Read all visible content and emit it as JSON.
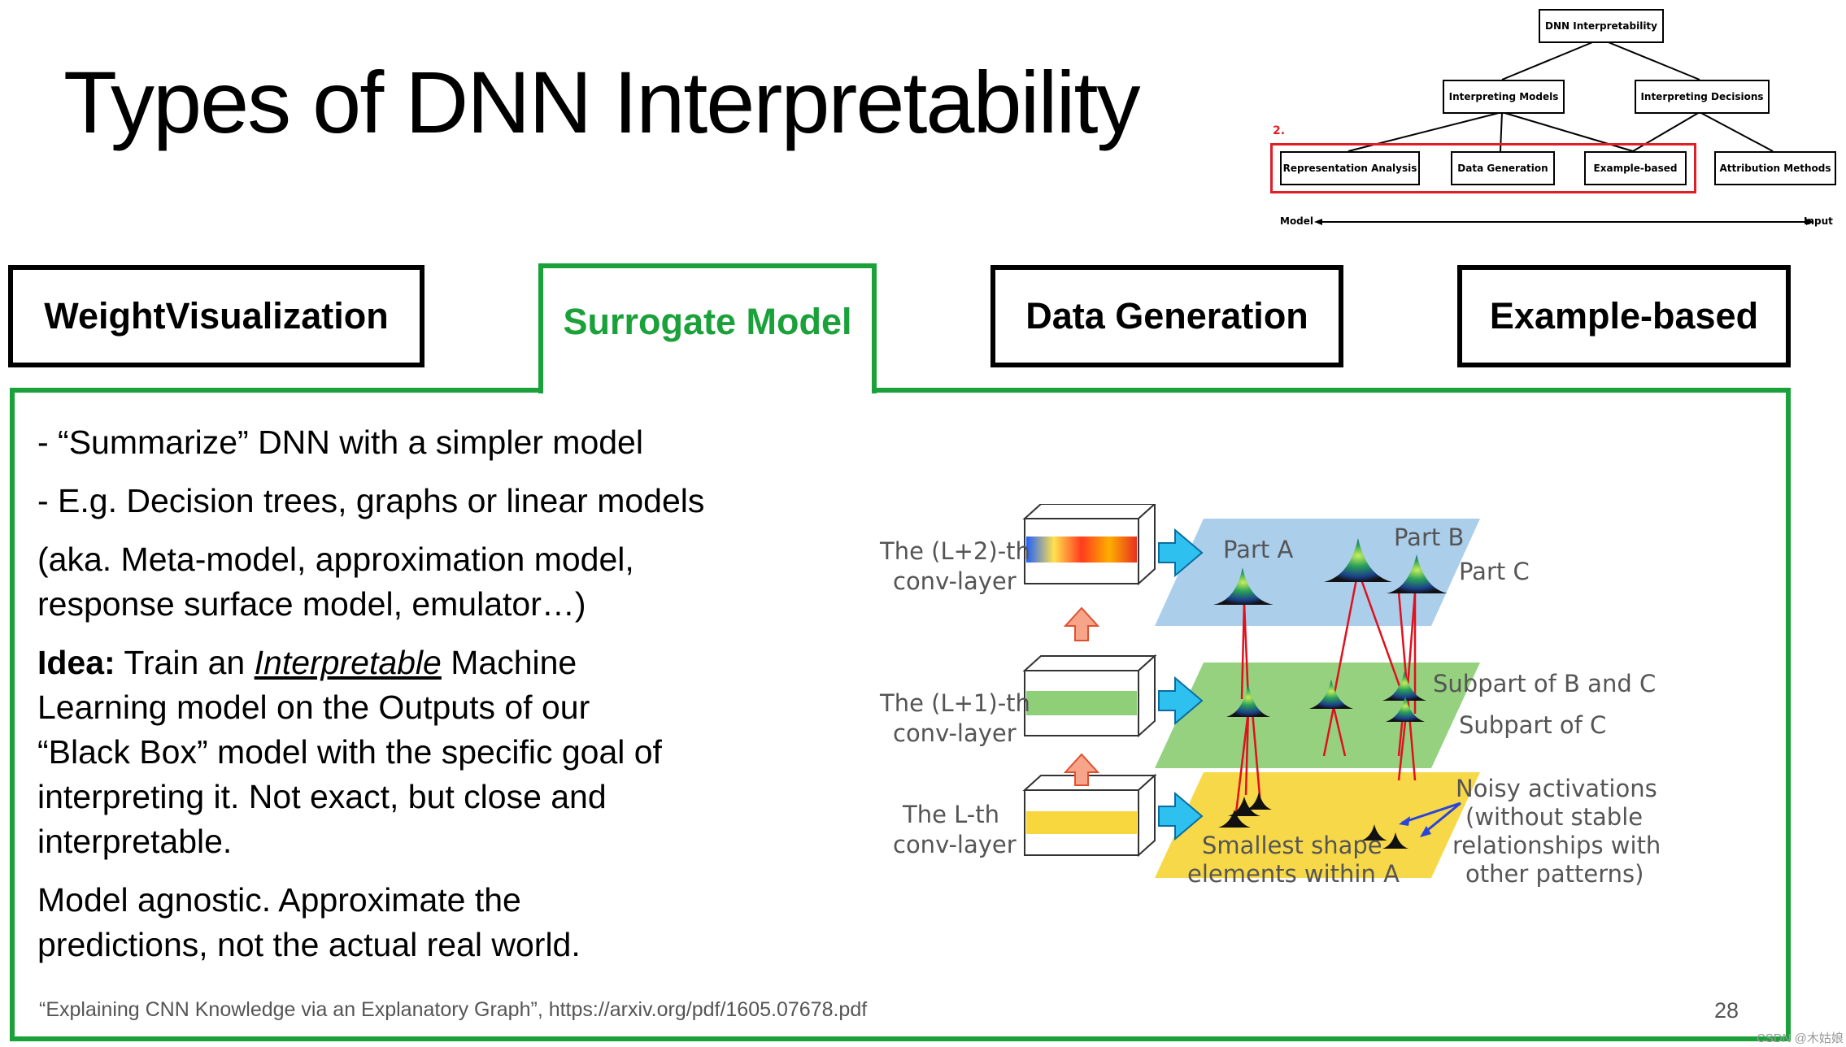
{
  "title": "Types of DNN Interpretability",
  "tree": {
    "root": "DNN Interpretability",
    "level1": [
      "Interpreting Models",
      "Interpreting Decisions"
    ],
    "level2": [
      "Representation Analysis",
      "Data Generation",
      "Example-based",
      "Attribution Methods"
    ],
    "highlight_number": "2.",
    "axis_left": "Model",
    "axis_right": "Input"
  },
  "tabs": {
    "weight": "WeightVisualization",
    "surrogate": "Surrogate Model",
    "datagen": "Data Generation",
    "example": "Example-based"
  },
  "content": {
    "bullet1": "- “Summarize” DNN with a simpler model",
    "bullet2": "- E.g. Decision trees, graphs or linear models",
    "aka_line1": "(aka. Meta-model, approximation model,",
    "aka_line2": "response surface model, emulator…)",
    "idea_label": "Idea:",
    "idea_pre": " Train an ",
    "idea_em": "Interpretable",
    "idea_post": " Machine",
    "idea_line2": "Learning model on the Outputs of our",
    "idea_line3": "“Black Box” model with the specific goal of",
    "idea_line4": "interpreting it. Not exact, but close and",
    "idea_line5": "interpretable.",
    "agnostic_line1": "Model agnostic. Approximate the",
    "agnostic_line2": "predictions, not the actual real world."
  },
  "figure": {
    "layer_top": [
      "The (L+2)-th",
      "conv-layer"
    ],
    "layer_mid": [
      "The (L+1)-th",
      "conv-layer"
    ],
    "layer_bot": [
      "The L-th",
      "conv-layer"
    ],
    "part_a": "Part A",
    "part_b": "Part B",
    "part_c": "Part C",
    "subpart_bc": "Subpart of B and C",
    "subpart_c": "Subpart of C",
    "noisy": [
      "Noisy activations",
      "(without stable",
      "relationships with",
      "other patterns)"
    ],
    "smallest": [
      "Smallest shape",
      "elements within A"
    ]
  },
  "citation": "“Explaining CNN Knowledge via an Explanatory Graph”, https://arxiv.org/pdf/1605.07678.pdf",
  "page_number": "28",
  "watermark": "CSDN @木姑娘",
  "colors": {
    "accent_green": "#1aa13a",
    "highlight_red": "#e01e27"
  }
}
